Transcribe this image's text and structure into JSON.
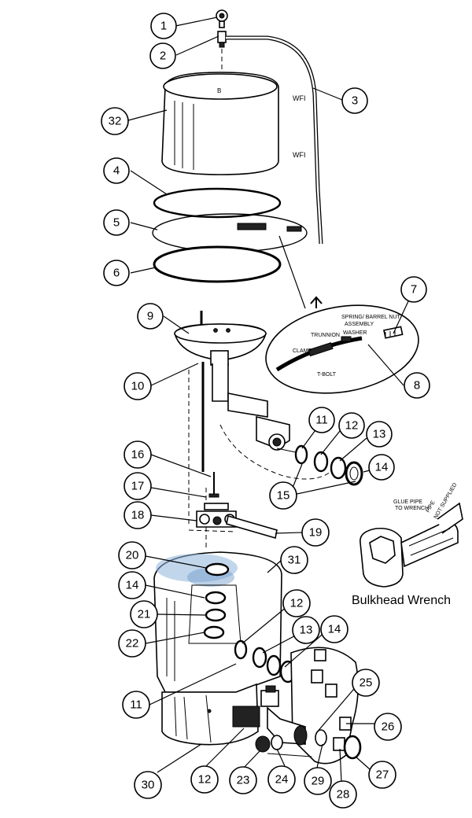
{
  "callouts": {
    "c1": "1",
    "c2": "2",
    "c3": "3",
    "c32": "32",
    "c4": "4",
    "c5": "5",
    "c6": "6",
    "c7": "7",
    "c8": "8",
    "c9": "9",
    "c10": "10",
    "c11a": "11",
    "c12a": "12",
    "c13a": "13",
    "c14a": "14",
    "c15": "15",
    "c16": "16",
    "c17": "17",
    "c18": "18",
    "c19": "19",
    "c20": "20",
    "c31": "31",
    "c14b": "14",
    "c21": "21",
    "c22": "22",
    "c12b": "12",
    "c13b": "13",
    "c14c": "14",
    "c11b": "11",
    "c25": "25",
    "c26": "26",
    "c27": "27",
    "c28": "28",
    "c29": "29",
    "c24": "24",
    "c23": "23",
    "c12c": "12",
    "c30": "30"
  },
  "labels": {
    "spring_barrel_nut": "SPRING/ BARREL NUT",
    "assembly": "ASSEMBLY",
    "washer": "WASHER",
    "trunnion": "TRUNNION",
    "clamp": "CLAMP",
    "t_bolt": "T-BOLT",
    "glue_pipe": "GLUE PIPE",
    "to_wrench": "TO WRENCH",
    "pipe_not_supplied": "PIPE",
    "not_supplied": "NOT SUPPLIED",
    "bulkhead_wrench": "Bulkhead Wrench"
  }
}
